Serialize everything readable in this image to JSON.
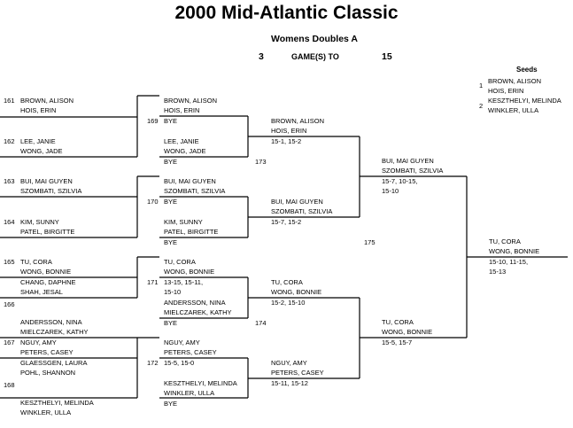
{
  "title": "2000 Mid-Atlantic Classic",
  "event": "Womens Doubles A",
  "games": {
    "count": "3",
    "label": "GAME(S) TO",
    "points": "15"
  },
  "seeds": {
    "header": "Seeds",
    "items": [
      {
        "num": "1",
        "p1": "BROWN, ALISON",
        "p2": "HOIS, ERIN"
      },
      {
        "num": "2",
        "p1": "KESZTHELYI, MELINDA",
        "p2": "WINKLER, ULLA"
      }
    ]
  },
  "r1": [
    {
      "match": "161",
      "p1": "BROWN, ALISON",
      "p2": "HOIS, ERIN"
    },
    {
      "match": "162",
      "p1": "LEE, JANIE",
      "p2": "WONG, JADE"
    },
    {
      "match": "163",
      "p1": "BUI, MAI GUYEN",
      "p2": "SZOMBATI, SZILVIA"
    },
    {
      "match": "164",
      "p1": "KIM, SUNNY",
      "p2": "PATEL, BIRGITTE"
    },
    {
      "match": "165",
      "p1": "TU, CORA",
      "p2": "WONG, BONNIE",
      "p3": "CHANG, DAPHNE",
      "p4": "SHAH, JESAL"
    },
    {
      "match": "166",
      "p1": "ANDERSSON, NINA",
      "p2": "MIELCZAREK, KATHY"
    },
    {
      "match": "167",
      "p1": "NGUY, AMY",
      "p2": "PETERS, CASEY",
      "p3": "GLAESSGEN, LAURA",
      "p4": "POHL, SHANNON"
    },
    {
      "match": "168",
      "p1": "KESZTHELYI, MELINDA",
      "p2": "WINKLER, ULLA"
    }
  ],
  "r2": [
    {
      "match": "169",
      "top1": "BROWN, ALISON",
      "top2": "HOIS, ERIN",
      "score": "BYE",
      "bot1": "LEE, JANIE",
      "bot2": "WONG, JADE",
      "bye": "BYE"
    },
    {
      "match": "170",
      "top1": "BUI, MAI GUYEN",
      "top2": "SZOMBATI, SZILVIA",
      "score": "BYE",
      "bot1": "KIM, SUNNY",
      "bot2": "PATEL, BIRGITTE",
      "bye": "BYE"
    },
    {
      "match": "171",
      "top1": "TU, CORA",
      "top2": "WONG, BONNIE",
      "score": "13-15, 15-11,",
      "score2": "15-10",
      "bot1": "ANDERSSON, NINA",
      "bot2": "MIELCZAREK, KATHY",
      "bye": "BYE"
    },
    {
      "match": "172",
      "top1": "NGUY, AMY",
      "top2": "PETERS, CASEY",
      "score": "15-5, 15-0",
      "bot1": "KESZTHELYI, MELINDA",
      "bot2": "WINKLER, ULLA",
      "bye": "BYE"
    }
  ],
  "r3": [
    {
      "p1": "BROWN, ALISON",
      "p2": "HOIS, ERIN",
      "score": "15-1, 15-2"
    },
    {
      "p1": "BUI, MAI GUYEN",
      "p2": "SZOMBATI, SZILVIA",
      "score": "15-7, 15-2"
    },
    {
      "p1": "TU, CORA",
      "p2": "WONG, BONNIE",
      "score": "15-2, 15-10"
    },
    {
      "p1": "NGUY, AMY",
      "p2": "PETERS, CASEY",
      "score": "15-11, 15-12"
    }
  ],
  "r3_match": [
    "173",
    "174"
  ],
  "semis": [
    {
      "p1": "BUI, MAI GUYEN",
      "p2": "SZOMBATI, SZILVIA",
      "score": "15-7, 10-15,",
      "score2": "15-10"
    },
    {
      "p1": "TU, CORA",
      "p2": "WONG, BONNIE",
      "score": "15-5, 15-7"
    }
  ],
  "final_match": "175",
  "champion": {
    "p1": "TU, CORA",
    "p2": "WONG, BONNIE",
    "score": "15-10, 11-15,",
    "score2": "15-13"
  }
}
